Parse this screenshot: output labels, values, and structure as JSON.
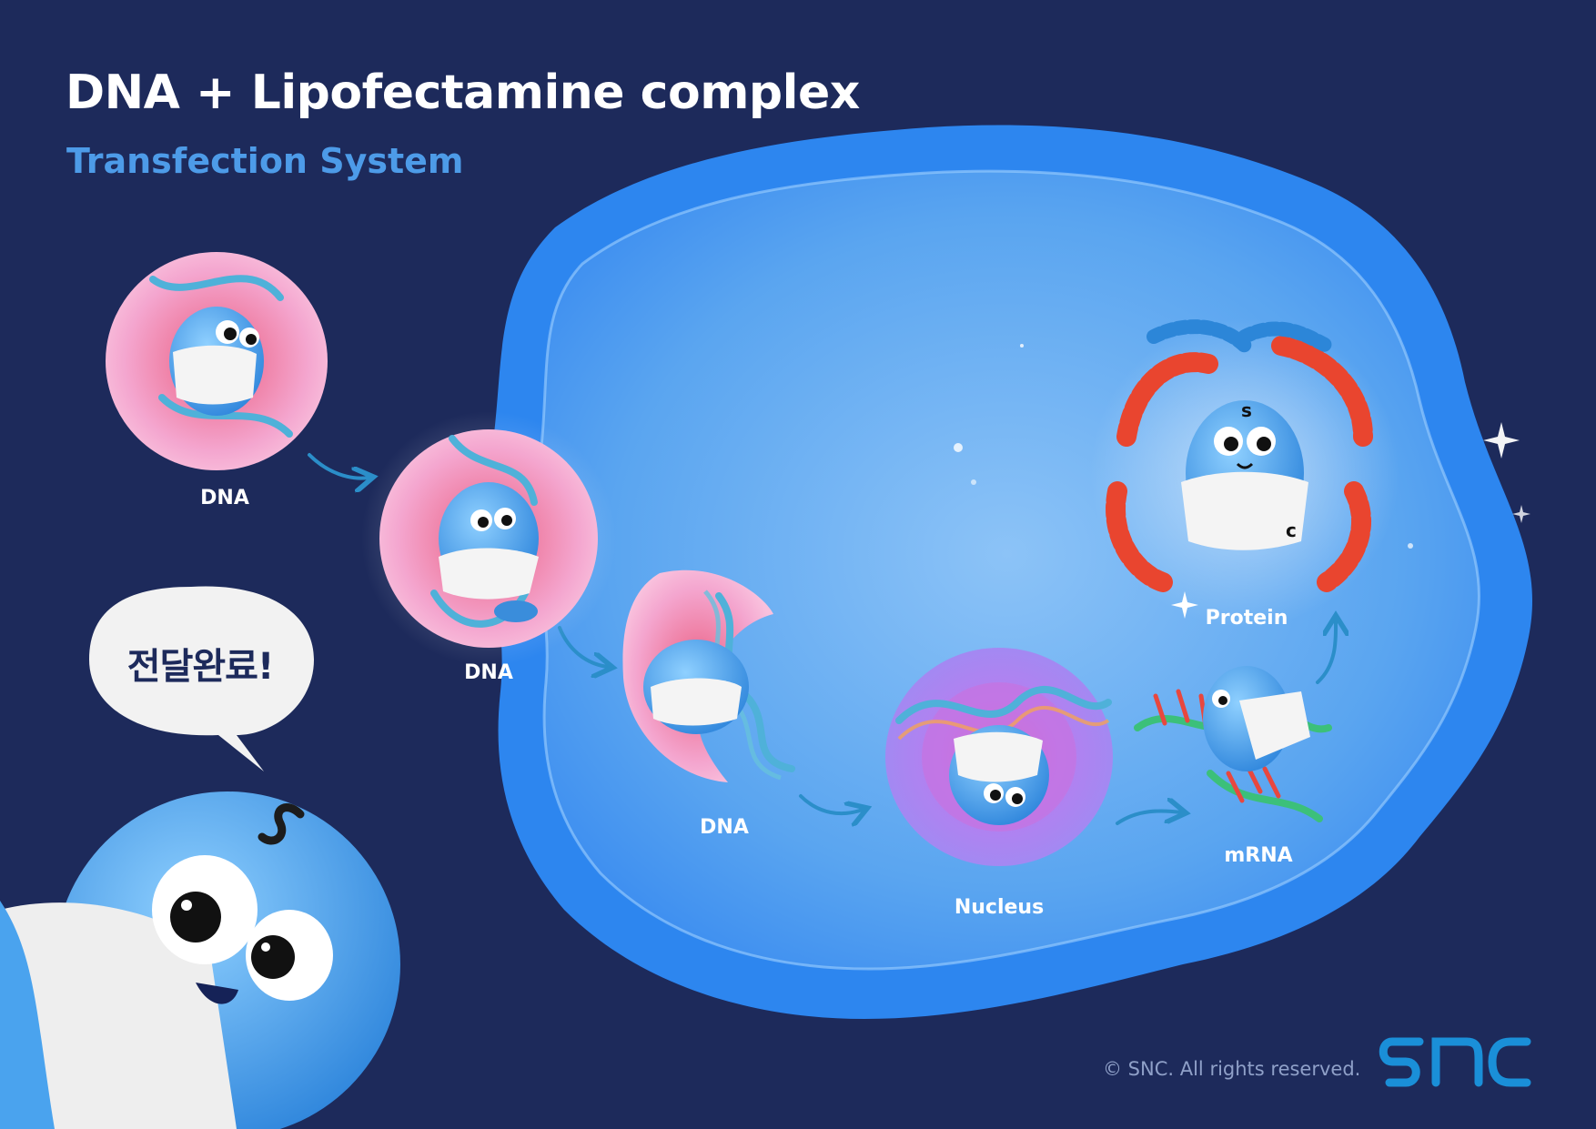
{
  "header": {
    "title": "DNA + Lipofectamine complex",
    "subtitle": "Transfection System"
  },
  "labels": {
    "dna_1": "DNA",
    "dna_2": "DNA",
    "dna_3": "DNA",
    "nucleus": "Nucleus",
    "mrna": "mRNA",
    "protein": "Protein"
  },
  "speech_bubble": {
    "text": "전달완료!"
  },
  "footer": {
    "copyright": "© SNC. All rights reserved."
  },
  "logo": {
    "text": "SNC"
  },
  "colors": {
    "background": "#1d2a5b",
    "cell": "#2f8fee",
    "lipid": "#f3a3d1",
    "nucleus": "#b480f0",
    "arrow": "#2b8ec9",
    "subtitle": "#4d9be8",
    "protein_red": "#e9452f"
  }
}
